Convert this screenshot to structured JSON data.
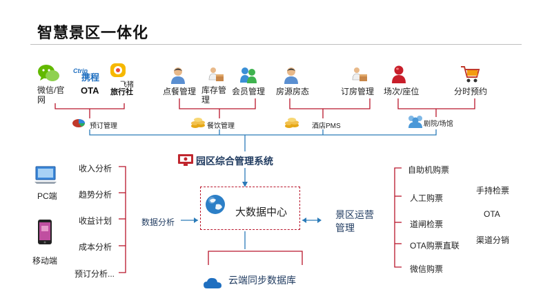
{
  "title": "智慧景区一体化",
  "top": {
    "wechat": "微信/官网",
    "ota": "OTA",
    "ctrip_logo": "携程",
    "ctrip_latin": "Ctrip",
    "feizhu": "飞猪",
    "travel_agency": "旅行社",
    "order_dining": "点餐管理",
    "inventory": "库存管理",
    "member": "会员管理",
    "room_source": "房源房态",
    "booking": "订房管理",
    "session_seat": "场次/座位",
    "timed_booking": "分时预约"
  },
  "groups": {
    "booking_mgmt": "预订管理",
    "catering": "餐饮管理",
    "hotel_pms": "酒店PMS",
    "theater": "剧院/场馆"
  },
  "center": {
    "park_system": "园区综合管理系统",
    "big_data": "大数据中心",
    "cloud_db": "云端同步数据库"
  },
  "left": {
    "pc": "PC端",
    "mobile": "移动端",
    "data_analysis": "数据分析",
    "items": [
      "收入分析",
      "趋势分析",
      "收益计划",
      "成本分析",
      "预订分析..."
    ]
  },
  "right": {
    "ops": "景区运营管理",
    "items": [
      "自助机购票",
      "人工购票",
      "道闸检票",
      "OTA购票直联",
      "微信购票"
    ],
    "extra": [
      "手持检票",
      "OTA",
      "渠道分销"
    ]
  },
  "colors": {
    "accent_red": "#b8142a",
    "line_blue": "#2a7ab8",
    "text_navy": "#1f3a5f"
  }
}
